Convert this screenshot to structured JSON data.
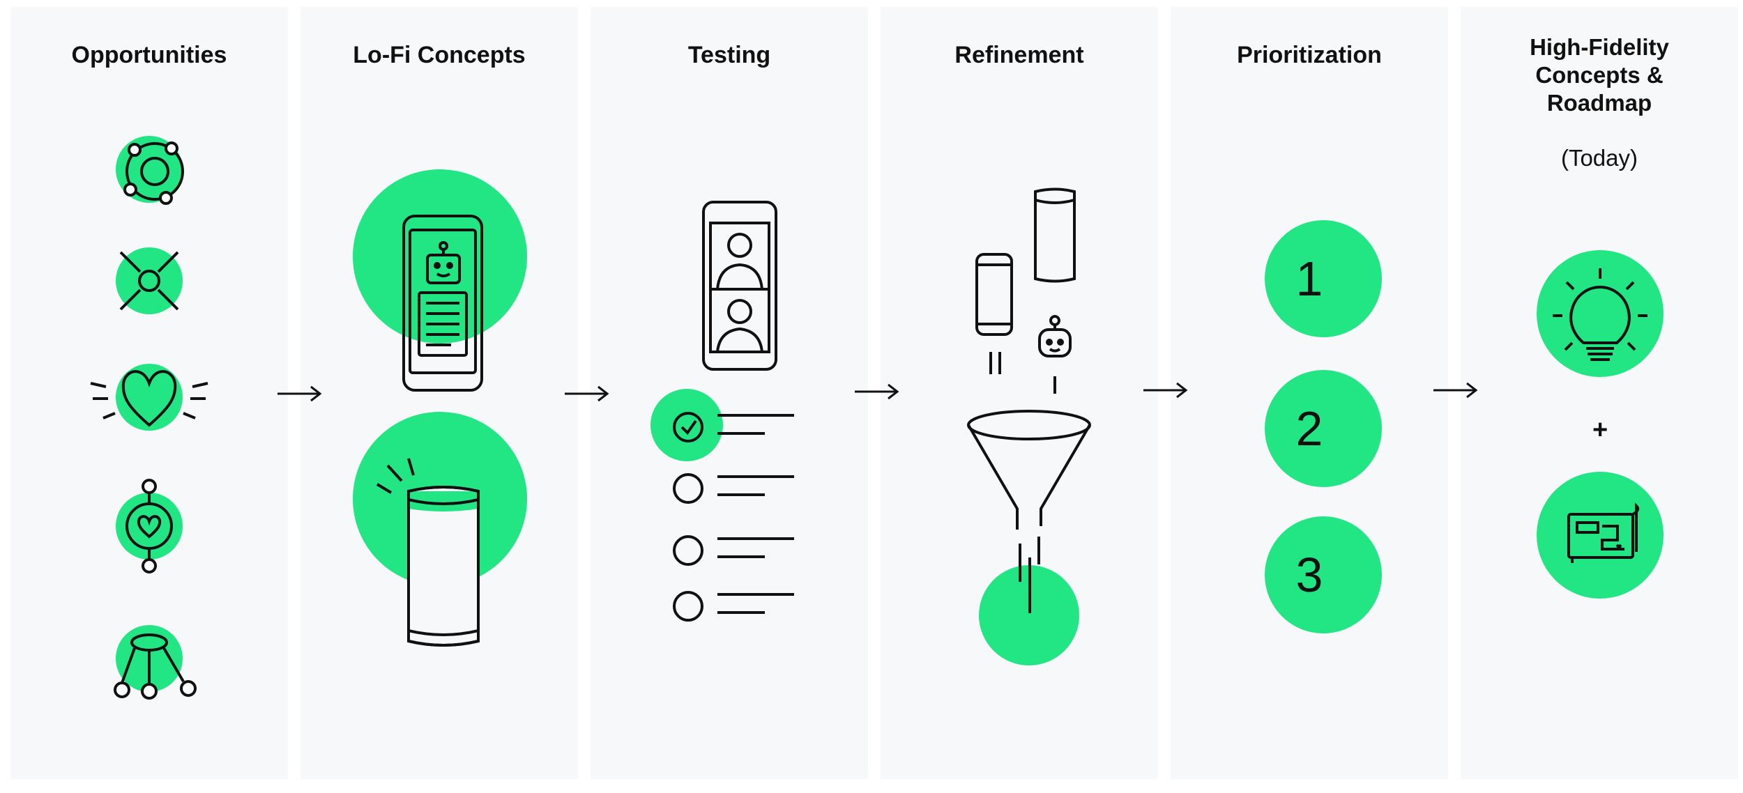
{
  "stages": [
    {
      "title": "Opportunities"
    },
    {
      "title": "Lo-Fi Concepts"
    },
    {
      "title": "Testing"
    },
    {
      "title": "Refinement"
    },
    {
      "title": "Prioritization",
      "numbers": [
        "1",
        "2",
        "3"
      ]
    },
    {
      "title_lines": [
        "High-Fidelity",
        "Concepts  &",
        "Roadmap"
      ],
      "subtitle": "(Today)",
      "joiner": "+"
    }
  ],
  "colors": {
    "accent": "#22e584",
    "panel": "#f7f8f9",
    "ink": "#111111"
  },
  "icons": {
    "opportunities": [
      "orbit-icon",
      "spark-icon",
      "heart-icon",
      "heart-node-icon",
      "hierarchy-icon"
    ],
    "lofi": [
      "phone-robot-icon",
      "smart-speaker-icon"
    ],
    "testing": [
      "phone-video-call-icon",
      "checklist-icon"
    ],
    "refinement": [
      "devices-icon",
      "funnel-icon"
    ],
    "hifi": [
      "lightbulb-icon",
      "blueprint-icon"
    ],
    "connector": "arrow-right-icon"
  }
}
